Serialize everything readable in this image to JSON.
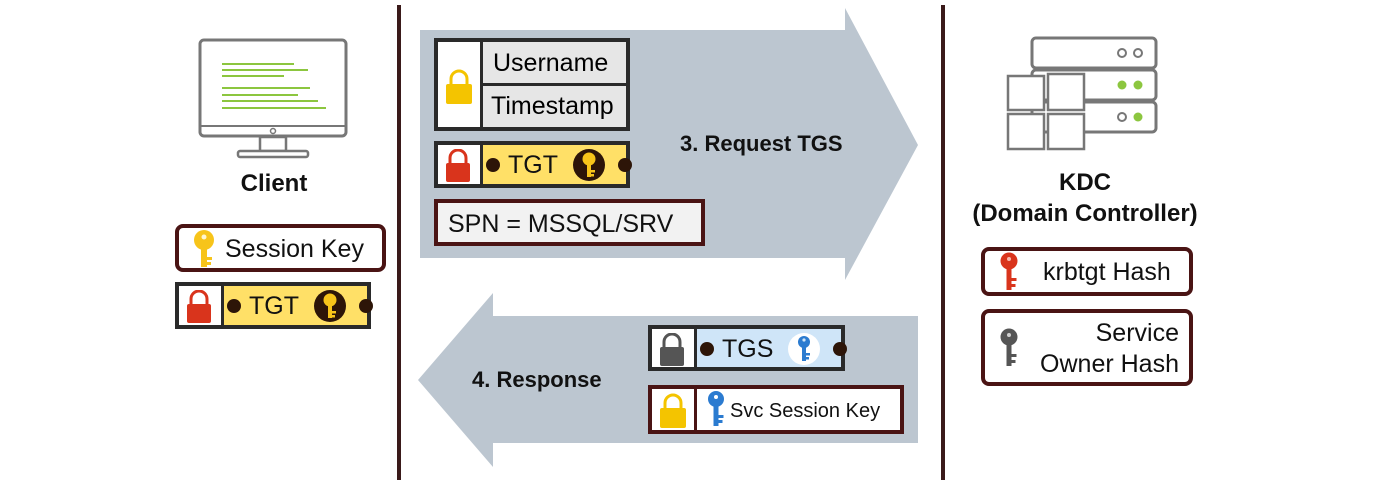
{
  "client": {
    "label": "Client"
  },
  "kdc": {
    "label_line1": "KDC",
    "label_line2": "(Domain Controller)"
  },
  "client_items": {
    "session_key": "Session Key",
    "tgt": "TGT"
  },
  "kdc_items": {
    "krbtgt_hash": "krbtgt Hash",
    "service_owner_line1": "Service",
    "service_owner_line2": "Owner Hash"
  },
  "request": {
    "step": "3. Request TGS",
    "username": "Username",
    "timestamp": "Timestamp",
    "tgt": "TGT",
    "spn": "SPN = MSSQL/SRV"
  },
  "response": {
    "step": "4. Response",
    "tgs": "TGS",
    "svc_session_key": "Svc Session Key"
  },
  "colors": {
    "arrow": "#bcc6d0",
    "divider": "#3a1a1a",
    "box_border": "#4a1414",
    "gold_ticket": "#ffe067",
    "blue_ticket": "#cfe5f8",
    "lock_yellow": "#f4c400",
    "lock_red": "#d9341c",
    "lock_gray": "#555555",
    "key_yellow": "#f7c41a",
    "key_red": "#d9341c",
    "key_gray": "#555555",
    "key_blue": "#2b7bd0",
    "screen_lines": "#8cc63f"
  }
}
